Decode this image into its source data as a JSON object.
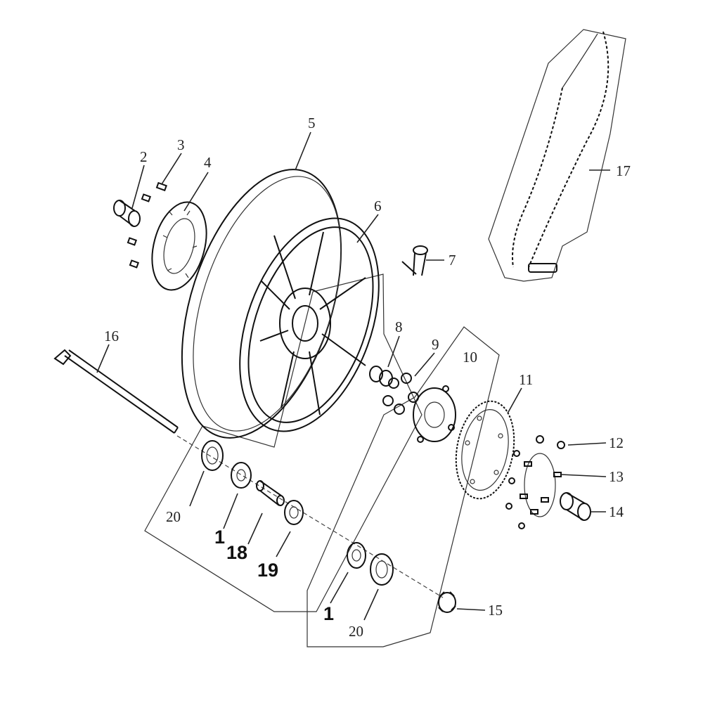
{
  "callouts": [
    {
      "id": "c2",
      "text": "2",
      "bold": false
    },
    {
      "id": "c3",
      "text": "3",
      "bold": false
    },
    {
      "id": "c4",
      "text": "4",
      "bold": false
    },
    {
      "id": "c5",
      "text": "5",
      "bold": false
    },
    {
      "id": "c6",
      "text": "6",
      "bold": false
    },
    {
      "id": "c7",
      "text": "7",
      "bold": false
    },
    {
      "id": "c8",
      "text": "8",
      "bold": false
    },
    {
      "id": "c9",
      "text": "9",
      "bold": false
    },
    {
      "id": "c10",
      "text": "10",
      "bold": false
    },
    {
      "id": "c11",
      "text": "11",
      "bold": false
    },
    {
      "id": "c12",
      "text": "12",
      "bold": false
    },
    {
      "id": "c13",
      "text": "13",
      "bold": false
    },
    {
      "id": "c14",
      "text": "14",
      "bold": false
    },
    {
      "id": "c15",
      "text": "15",
      "bold": false
    },
    {
      "id": "c16",
      "text": "16",
      "bold": false
    },
    {
      "id": "c17",
      "text": "17",
      "bold": false
    },
    {
      "id": "c20a",
      "text": "20",
      "bold": false
    },
    {
      "id": "c1a",
      "text": "1",
      "bold": true
    },
    {
      "id": "c18",
      "text": "18",
      "bold": true
    },
    {
      "id": "c19",
      "text": "19",
      "bold": true
    },
    {
      "id": "c1b",
      "text": "1",
      "bold": true
    },
    {
      "id": "c20b",
      "text": "20",
      "bold": false
    }
  ]
}
